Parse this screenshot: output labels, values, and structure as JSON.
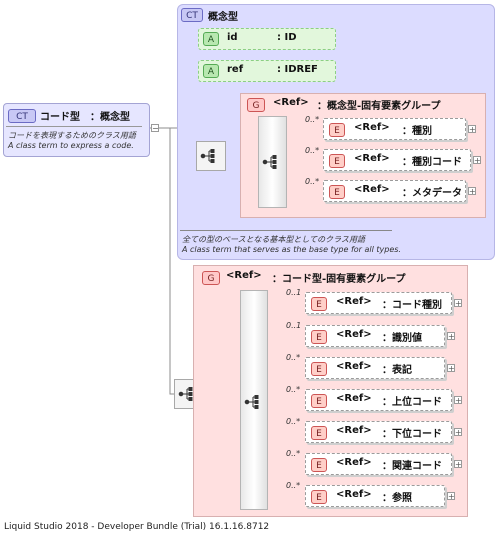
{
  "root": {
    "badge": "CT",
    "name": "コード型",
    "type": "：概念型",
    "doc_ja": "コードを表現するためのクラス用語",
    "doc_en": "A class term to express a code."
  },
  "base": {
    "badge": "CT",
    "title": "概念型",
    "attributes": [
      {
        "badge": "A",
        "name": "id",
        "type": ": ID"
      },
      {
        "badge": "A",
        "name": "ref",
        "type": ": IDREF"
      }
    ],
    "group": {
      "badge": "G",
      "ref": "<Ref>",
      "name": "：概念型-固有要素グループ",
      "elements": [
        {
          "badge": "E",
          "ref": "<Ref>",
          "name": "：種別",
          "occurs": "0..*"
        },
        {
          "badge": "E",
          "ref": "<Ref>",
          "name": "：種別コード",
          "occurs": "0..*"
        },
        {
          "badge": "E",
          "ref": "<Ref>",
          "name": "：メタデータ",
          "occurs": "0..*"
        }
      ]
    },
    "doc_ja": "全ての型のベースとなる基本型としてのクラス用語",
    "doc_en": "A class term that serves as the base type for all types."
  },
  "code_group": {
    "badge": "G",
    "ref": "<Ref>",
    "name": "：コード型-固有要素グループ",
    "elements": [
      {
        "badge": "E",
        "ref": "<Ref>",
        "name": "：コード種別",
        "occurs": "0..1"
      },
      {
        "badge": "E",
        "ref": "<Ref>",
        "name": "：識別値",
        "occurs": "0..1"
      },
      {
        "badge": "E",
        "ref": "<Ref>",
        "name": "：表記",
        "occurs": "0..*"
      },
      {
        "badge": "E",
        "ref": "<Ref>",
        "name": "：上位コード",
        "occurs": "0..*"
      },
      {
        "badge": "E",
        "ref": "<Ref>",
        "name": "：下位コード",
        "occurs": "0..*"
      },
      {
        "badge": "E",
        "ref": "<Ref>",
        "name": "：関連コード",
        "occurs": "0..*"
      },
      {
        "badge": "E",
        "ref": "<Ref>",
        "name": "：参照",
        "occurs": "0..*"
      }
    ]
  },
  "footer": "Liquid Studio 2018 - Developer Bundle (Trial) 16.1.16.8712",
  "colors": {
    "complex_type_bg": "#dcdcff",
    "group_bg": "#ffe0e0",
    "attribute_bg": "#e2f7dc",
    "element_bg": "#ffffff"
  }
}
